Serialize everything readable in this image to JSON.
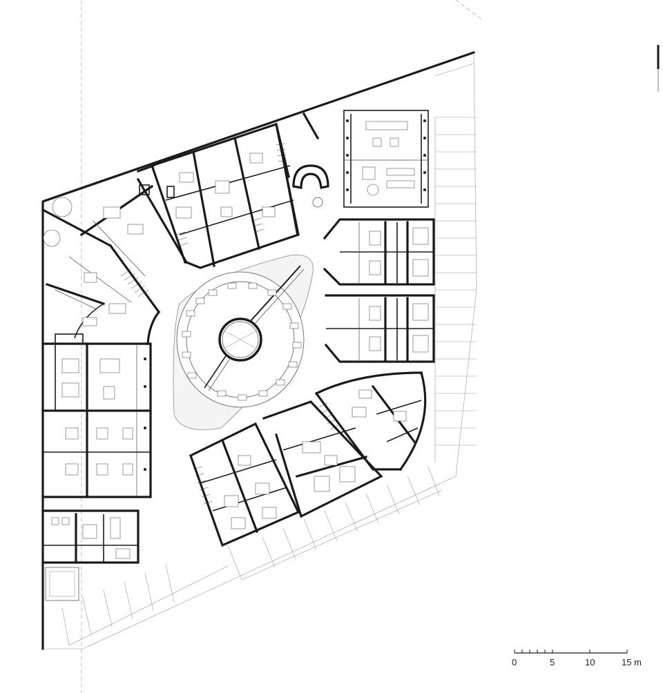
{
  "plan": {
    "scale_bar": {
      "ticks": [
        "0",
        "5",
        "10",
        "15 m"
      ]
    },
    "colors": {
      "wall": "#1a1a1a",
      "line": "#444444",
      "faint": "#9a9a9a",
      "background": "#ffffff"
    }
  }
}
